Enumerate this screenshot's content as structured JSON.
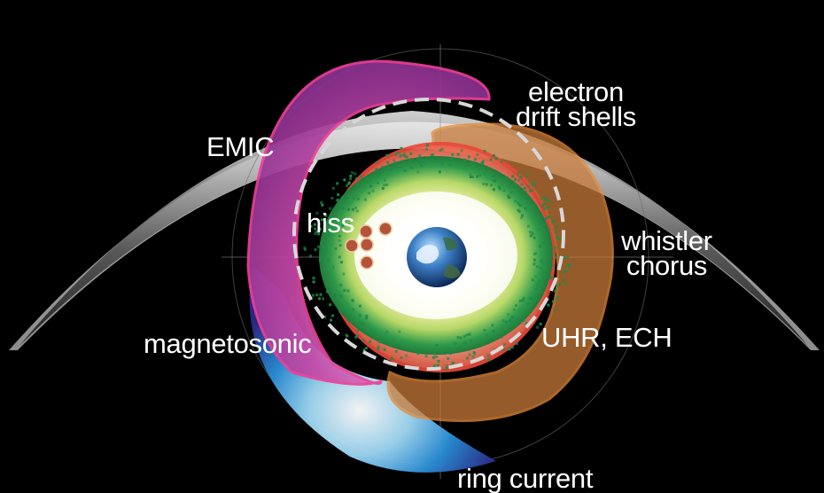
{
  "labels": {
    "electron_drift_shells": [
      "electron",
      "drift shells"
    ],
    "emic": "EMIC",
    "hiss": "hiss",
    "whistler_chorus": [
      "whistler",
      "chorus"
    ],
    "magnetosonic": "magnetosonic",
    "uhr_ech": "UHR, ECH",
    "ring_current": "ring current"
  },
  "colors": {
    "background": "#000000",
    "label_text": "#ffffff",
    "emic_region": "#e0429a",
    "whistler_chorus_region": "#d8893a",
    "uhr_ech_region": "#e0463a",
    "hiss_region": "#2f9a4a",
    "ring_current_region": "#2a8fd8",
    "hiss_dots": "#b5523a",
    "drift_shell_dashed": "#d8d8d8"
  },
  "icons": {
    "planet": "earth-icon"
  }
}
